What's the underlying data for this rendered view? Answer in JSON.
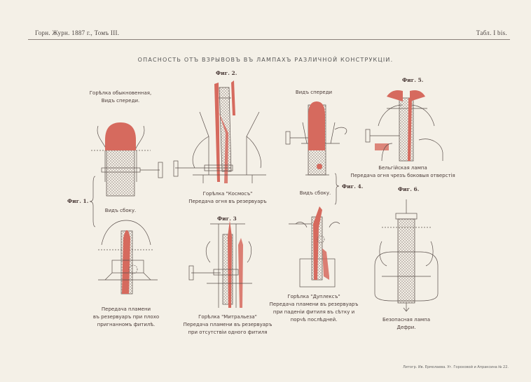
{
  "header": {
    "left": "Горн. Журн. 1887 г., Томъ III.",
    "right": "Табл. I bis."
  },
  "title": "ОПАСНОСТЬ ОТЪ ВЗРЫВОВЪ ВЪ ЛАМПАХЪ РАЗЛИЧНОЙ КОНСТРУКЦІИ.",
  "figures": {
    "fig1": "Фиг. 1.",
    "fig2": "Фиг. 2.",
    "fig3": "Фиг. 3",
    "fig4": "Фиг. 4.",
    "fig5": "Фиг. 5.",
    "fig6": "Фиг. 6."
  },
  "captions": {
    "fig1_top_line1": "Горѣлка обыкновенная,",
    "fig1_top_line2": "Видъ спереди.",
    "fig1_side": "Видъ сбоку.",
    "fig1_bottom_line1": "Передача пламени",
    "fig1_bottom_line2": "въ резервуаръ при плохо",
    "fig1_bottom_line3": "пригнанномъ фитилѣ.",
    "fig2_line1": "Горѣлка \"Космосъ\"",
    "fig2_line2": "Передача огня въ резервуаръ",
    "fig3_line1": "Горѣлка \"Митральеза\"",
    "fig3_line2": "Передача пламени въ резервуаръ",
    "fig3_line3": "при отсутствіи одного фитиля",
    "fig4_front": "Видъ спереди",
    "fig4_side": "Видъ сбоку.",
    "fig4_line1": "Горѣлка \"Дуплексъ\"",
    "fig4_line2": "Передача пламени въ резервуаръ",
    "fig4_line3": "при паденіи фитиля въ сѣтку и",
    "fig4_line4": "порчѣ послѣдней.",
    "fig5_line1": "Бельгійская лампа",
    "fig5_line2": "Передача огня чрезъ боковыя отверстія",
    "fig6_line1": "Безопасная лампа",
    "fig6_line2": "Дефри."
  },
  "footer": "Литогр. Ив. Ермолаева. Уг. Гороховой и Апраксина № 22.",
  "colors": {
    "paper": "#f4f0e7",
    "flame": "#d66a5e",
    "ink": "#4b3b38"
  }
}
